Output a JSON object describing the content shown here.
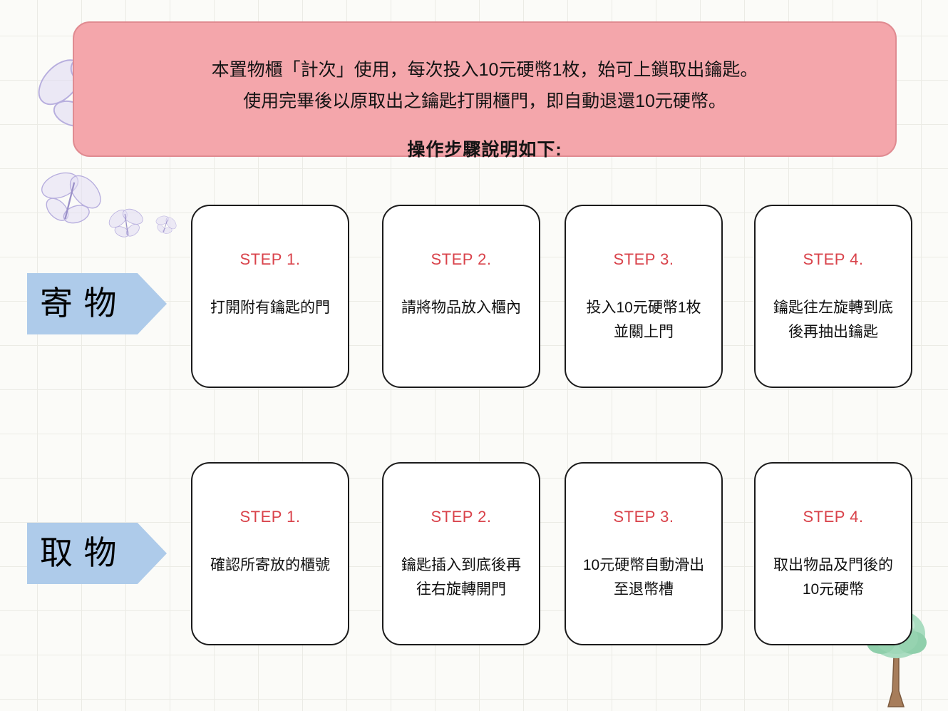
{
  "banner": {
    "lines": [
      "本置物櫃「計次」使用，每次投入10元硬幣1枚，始可上鎖取出鑰匙。",
      "使用完畢後以原取出之鑰匙打開櫃門，即自動退還10元硬幣。"
    ],
    "subtitle": "操作步驟說明如下:"
  },
  "rows": [
    {
      "label": "寄 物",
      "steps": [
        {
          "title": "STEP 1.",
          "line1": "打開附有鑰匙的門",
          "line2": ""
        },
        {
          "title": "STEP 2.",
          "line1": "請將物品放入櫃內",
          "line2": ""
        },
        {
          "title": "STEP 3.",
          "line1": "投入10元硬幣1枚",
          "line2": "並關上門"
        },
        {
          "title": "STEP 4.",
          "line1": "鑰匙往左旋轉到底",
          "line2": "後再抽出鑰匙"
        }
      ]
    },
    {
      "label": "取 物",
      "steps": [
        {
          "title": "STEP 1.",
          "line1": "確認所寄放的櫃號",
          "line2": ""
        },
        {
          "title": "STEP 2.",
          "line1": "鑰匙插入到底後再",
          "line2": "往右旋轉開門"
        },
        {
          "title": "STEP 3.",
          "line1": "10元硬幣自動滑出",
          "line2": "至退幣槽"
        },
        {
          "title": "STEP 4.",
          "line1": "取出物品及門後的",
          "line2": "10元硬幣"
        }
      ]
    }
  ],
  "colors": {
    "banner_bg": "#f4a6ab",
    "arrow_bg": "#aecbea",
    "step_title_red": "#d9434b",
    "card_border": "#1b1b1b",
    "page_bg": "#fbfbf8",
    "grid_line": "#ebebe5"
  },
  "decorations": {
    "top_left": "butterfly-icon",
    "bottom_right": "tree-icon"
  }
}
